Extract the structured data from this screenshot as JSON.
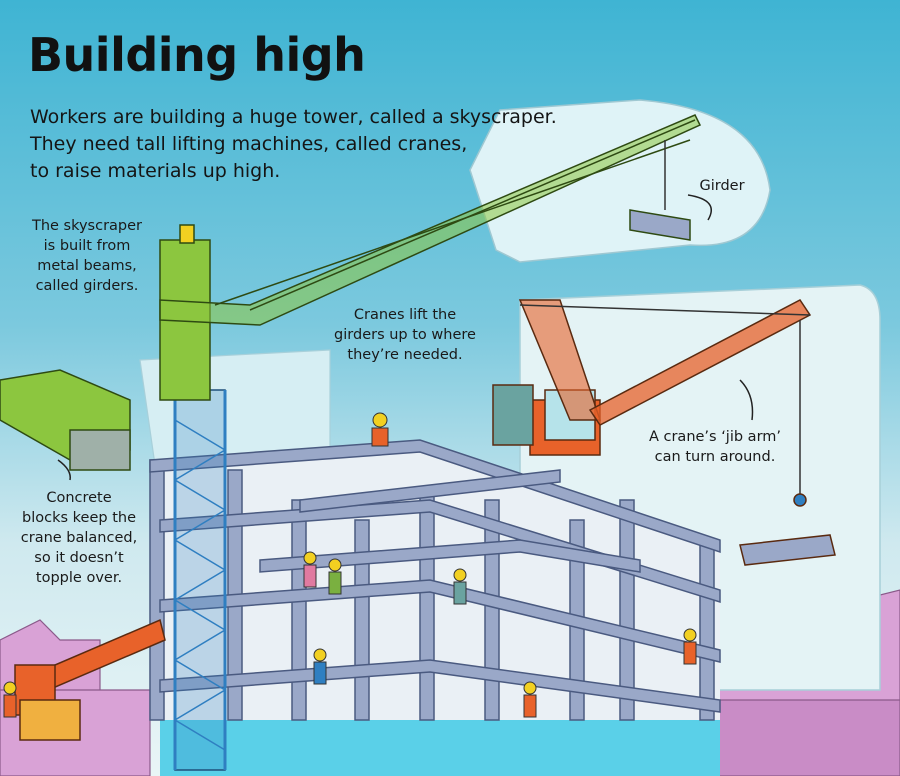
{
  "page": {
    "title": "Building high",
    "intro_lines": [
      "Workers are building a huge tower, called a skyscraper.",
      "They need tall lifting machines, called cranes,",
      "to raise materials up high."
    ]
  },
  "captions": {
    "girders": [
      "The skyscraper",
      "is built from",
      "metal beams,",
      "called girders."
    ],
    "cranes_lift": [
      "Cranes lift the",
      "girders up to where",
      "they’re needed."
    ],
    "girder_flap": "Girder",
    "jib_arm": [
      "A crane’s ‘jib arm’",
      "can turn around."
    ],
    "concrete": [
      "Concrete",
      "blocks keep the",
      "crane balanced,",
      "so it doesn’t",
      "topple over."
    ]
  },
  "colors": {
    "sky_top": "#3fb4d3",
    "sky_bottom": "#e9f5f6",
    "city": "#d9a2d6",
    "frame": "#9aa8c8",
    "green_crane": "#8cc63f",
    "blue_mast": "#2f7fc1",
    "orange_crane": "#e8622a",
    "water": "#5ad0e8"
  }
}
